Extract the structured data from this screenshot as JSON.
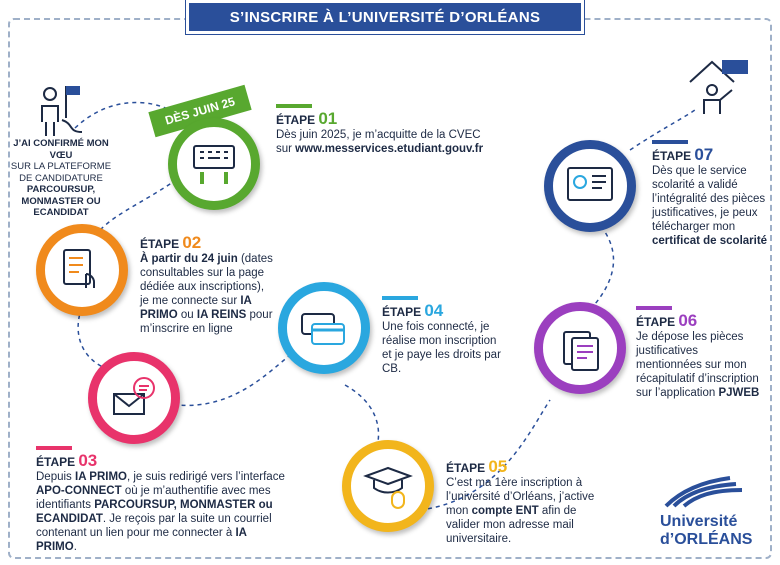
{
  "header": {
    "title": "S’INSCRIRE À L’UNIVERSITÉ D’ORLÉANS"
  },
  "ribbon": {
    "text": "DÈS JUIN 25"
  },
  "intro": {
    "line1": "J’AI CONFIRMÉ MON VŒU",
    "line2": "SUR LA PLATEFORME DE CANDIDATURE",
    "line3": "PARCOURSUP, MONMASTER OU ECANDIDAT"
  },
  "steps": [
    {
      "label": "ÉTAPE",
      "num": "01",
      "color": "#58a82f",
      "t1": "Dès juin 2025, je m’acquitte de la CVEC sur ",
      "b1": "www.messervices.etudiant.gouv.fr"
    },
    {
      "label": "ÉTAPE",
      "num": "02",
      "color": "#f08a1c",
      "b1": "À partir du 24 juin",
      "t1": " (dates consultables sur la page dédiée aux inscriptions), je me connecte sur ",
      "b2": "IA PRIMO",
      "t2": " ou ",
      "b3": "IA REINS",
      "t3": " pour m’inscrire en ligne"
    },
    {
      "label": "ÉTAPE",
      "num": "03",
      "color": "#e8336b",
      "t1": "Depuis ",
      "b1": "IA PRIMO",
      "t2": ", je suis redirigé vers l’interface ",
      "b2": "APO-CONNECT",
      "t3": " où je m’authentifie avec mes identifiants ",
      "b3": "PARCOURSUP, MONMASTER ou ECANDIDAT",
      "t4": ". Je reçois par la suite un courriel contenant un lien pour me connecter à ",
      "b4": "IA PRIMO",
      "t5": "."
    },
    {
      "label": "ÉTAPE",
      "num": "04",
      "color": "#2aa7df",
      "t1": "Une fois connecté, je réalise mon inscription et je paye les droits par CB."
    },
    {
      "label": "ÉTAPE",
      "num": "05",
      "color": "#f2b51c",
      "t1": "C’est ma 1ère inscription à l’université d’Orléans, j’active mon ",
      "b1": "compte ENT",
      "t2": " afin de valider mon adresse mail universitaire."
    },
    {
      "label": "ÉTAPE",
      "num": "06",
      "color": "#9b3fbf",
      "t1": "Je dépose les pièces justificatives mentionnées sur mon récapitulatif d’inscription sur l’application ",
      "b1": "PJWEB"
    },
    {
      "label": "ÉTAPE",
      "num": "07",
      "color": "#2a4f9a",
      "t1": "Dès que le service scolarité a validé l’intégralité des pièces justificatives,  je peux télécharger mon ",
      "b1": "certificat de scolarité"
    }
  ],
  "logo": {
    "line1": "Université",
    "line2": "d’ORLÉANS"
  }
}
